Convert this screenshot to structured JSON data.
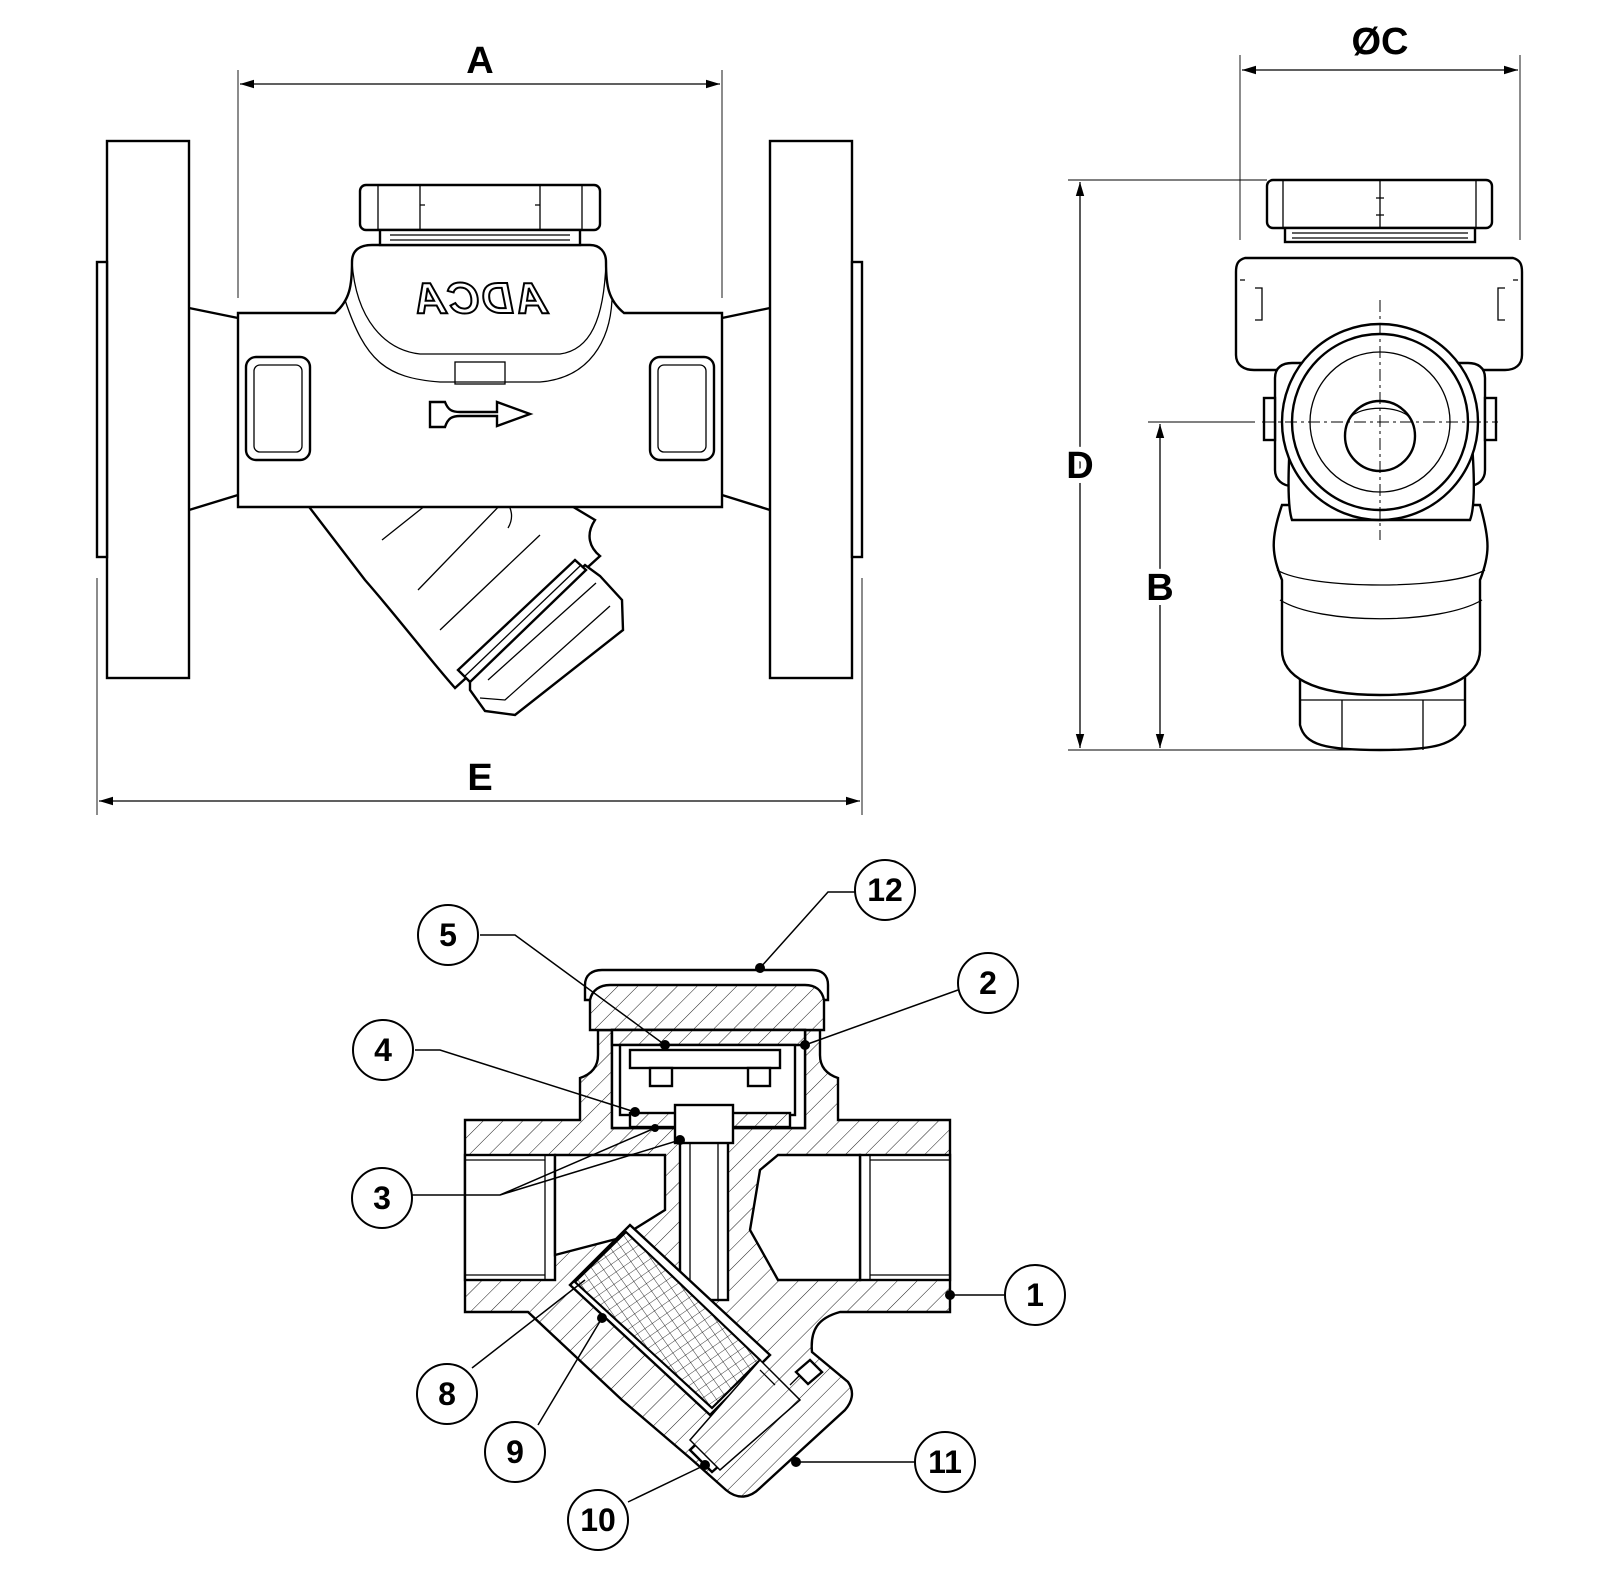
{
  "diagram": {
    "dimensions": {
      "A": "A",
      "C": "ØC",
      "D": "D",
      "B": "B",
      "E": "E"
    },
    "logo": "ADCA",
    "callouts": [
      "1",
      "2",
      "3",
      "4",
      "5",
      "8",
      "9",
      "10",
      "11",
      "12"
    ]
  }
}
